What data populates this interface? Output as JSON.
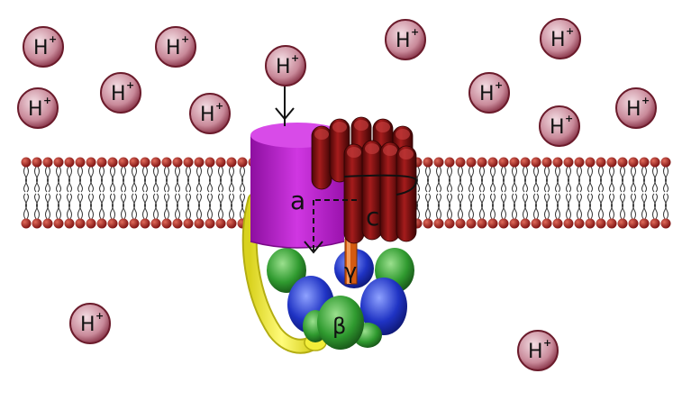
{
  "proton": {
    "symbol": "H",
    "charge": "+"
  },
  "subunit_labels": {
    "a": "a",
    "c": "c",
    "gamma": "γ",
    "beta": "β"
  },
  "colors": {
    "proton_fill": "#c98a9a",
    "proton_stroke": "#6b1b2b",
    "lipid_head": "#b02020",
    "a_subunit": "#bf1fd1",
    "c_ring": "#7a0d0d",
    "b_stalk": "#f2ee3a",
    "alpha": "#2236c9",
    "beta": "#2f9a2f",
    "gamma": "#d05a10"
  }
}
